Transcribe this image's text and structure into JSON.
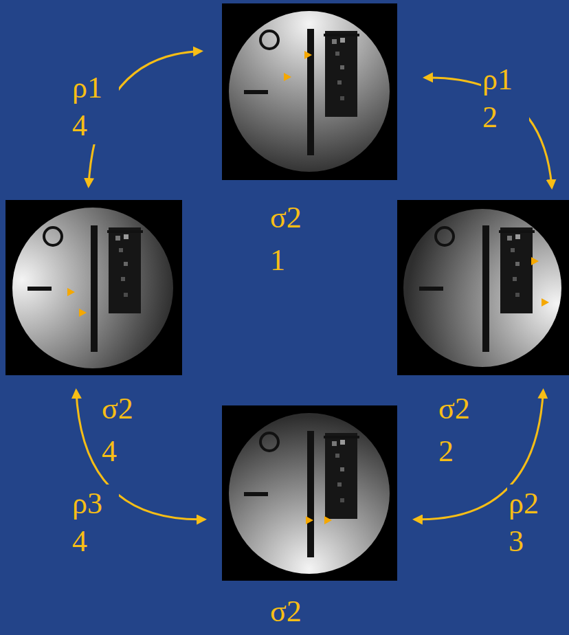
{
  "diagram": {
    "nodes": [
      {
        "text": [
          "σ2 1"
        ]
      },
      {
        "text": [
          "σ2 4"
        ]
      },
      {
        "text": [
          "σ2 2"
        ]
      },
      {
        "text": [
          "σ2"
        ]
      }
    ],
    "edges": [
      {
        "from": 0,
        "to": 2,
        "arrow": "both",
        "label": "ρ1 2"
      },
      {
        "from": 2,
        "to": 3,
        "arrow": "both",
        "label": "ρ2 3"
      },
      {
        "from": 3,
        "to": 1,
        "arrow": "both",
        "label": "ρ3 4"
      },
      {
        "from": 1,
        "to": 0,
        "arrow": "both",
        "label": "ρ1 4"
      }
    ]
  }
}
